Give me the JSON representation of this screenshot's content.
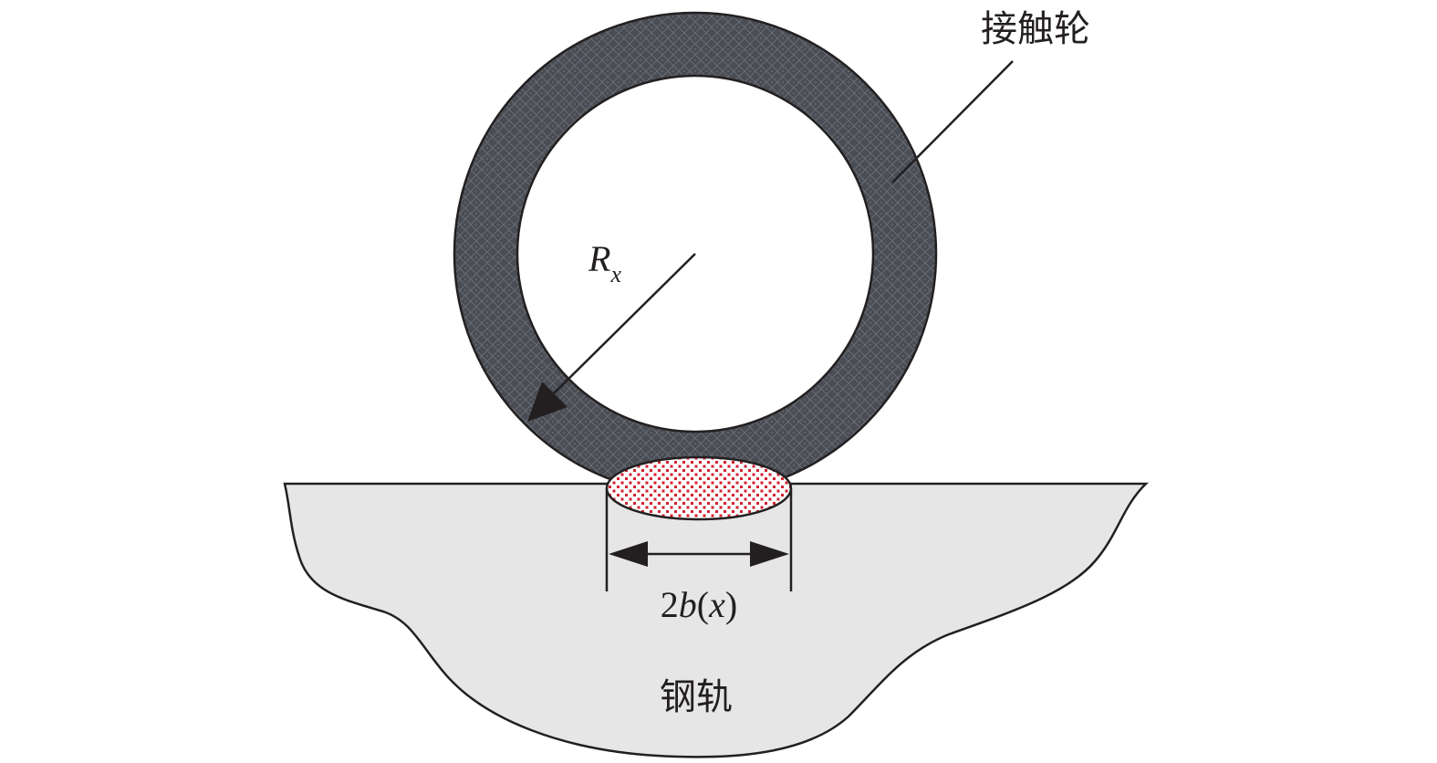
{
  "labels": {
    "wheel": "接触轮",
    "rail": "钢轨",
    "radius_symbol": "R",
    "radius_subscript": "x",
    "width_coef": "2",
    "width_b": "b",
    "width_paren_open": "(",
    "width_x": "x",
    "width_paren_close": ")"
  },
  "colors": {
    "wheel_fill": "#4a4d54",
    "wheel_texture": "#7a7d84",
    "rail_fill": "#e6e6e6",
    "contact_dots": "#d1222b",
    "stroke": "#231f20"
  }
}
